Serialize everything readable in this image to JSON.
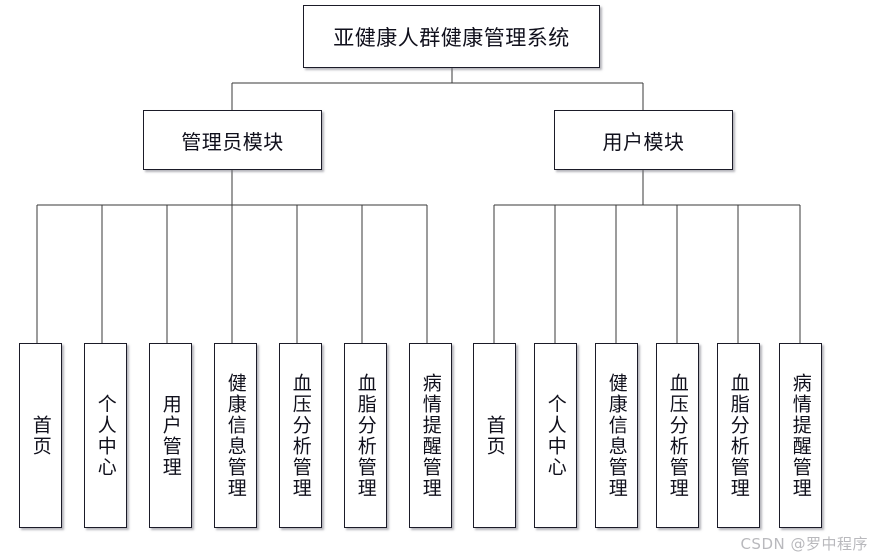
{
  "diagram": {
    "title": "亚健康人群健康管理系统",
    "type": "tree",
    "root": {
      "label": "亚健康人群健康管理系统"
    },
    "modules": [
      {
        "label": "管理员模块",
        "side": "left"
      },
      {
        "label": "用户模块",
        "side": "right"
      }
    ],
    "admin_leaves": [
      {
        "label": "首页"
      },
      {
        "label": "个人中心"
      },
      {
        "label": "用户管理"
      },
      {
        "label": "健康信息管理"
      },
      {
        "label": "血压分析管理"
      },
      {
        "label": "血脂分析管理"
      },
      {
        "label": "病情提醒管理"
      }
    ],
    "user_leaves": [
      {
        "label": "首页"
      },
      {
        "label": "个人中心"
      },
      {
        "label": "健康信息管理"
      },
      {
        "label": "血压分析管理"
      },
      {
        "label": "血脂分析管理"
      },
      {
        "label": "病情提醒管理"
      }
    ],
    "colors": {
      "background": "#ffffff",
      "box_border": "#1b1b28",
      "box_fill": "#ffffff",
      "text": "#10101c",
      "connector": "#3a3a3a",
      "watermark": "#b9b9bd"
    }
  },
  "watermark": {
    "text": "CSDN @罗中程序"
  }
}
